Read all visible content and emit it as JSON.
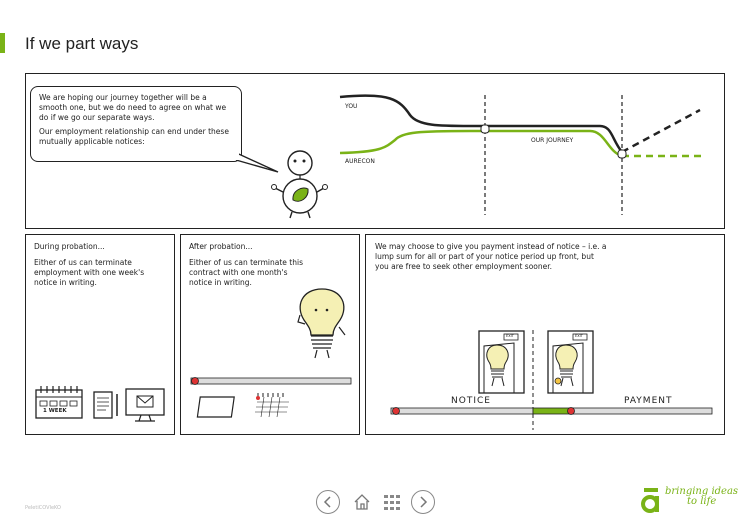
{
  "page": {
    "title": "If we part ways",
    "footer_code": "PeletiCOVIeKO"
  },
  "intro": {
    "bubble_line1": "We are hoping our journey together will be a smooth one, but we do need to agree on what we do if we go our separate ways.",
    "bubble_line2": "Our employment relationship can end under these mutually applicable notices:",
    "label_you": "YOU",
    "label_aurecon": "AURECON",
    "label_journey": "OUR JOURNEY"
  },
  "panels": {
    "probation": {
      "heading": "During probation...",
      "body": "Either of us can terminate employment with one week's notice in writing.",
      "calendar_label": "1 WEEK"
    },
    "after": {
      "heading": "After probation...",
      "body": "Either of us can terminate this contract with one month's notice in writing."
    },
    "payment": {
      "body": "We may choose to give you payment instead of notice – i.e. a lump sum for all or part of your notice period up front, but you are free to seek other employment sooner.",
      "label_notice": "NOTICE",
      "label_payment": "PAYMENT",
      "exit_sign": "EXIT"
    }
  },
  "brand": {
    "logo_letter": "a",
    "tagline_line1": "bringing ideas",
    "tagline_line2": "to life"
  },
  "colors": {
    "accent": "#7ab317",
    "ink": "#222222",
    "bulb": "#f5f0b4"
  }
}
